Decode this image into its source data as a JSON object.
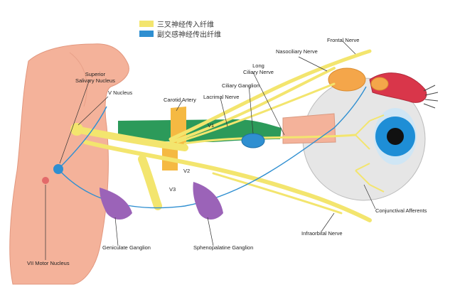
{
  "legend": {
    "items": [
      {
        "label": "三叉神经传入纤维",
        "color": "#f3e56e"
      },
      {
        "label": "副交感神经传出纤维",
        "color": "#2f8fd1"
      }
    ]
  },
  "labels": {
    "superior_salivary_nucleus": "Superior\nSalivary Nucleus",
    "v_nucleus": "V Nucleus",
    "carotid_artery": "Carotid Artery",
    "lacrimal_nerve": "Lacrimal Nerve",
    "ciliary_ganglion": "Ciliary Ganglion",
    "long_ciliary_nerve": "Long\nCiliary Nerve",
    "nasociliary_nerve": "Nasociliary Nerve",
    "frontal_nerve": "Frontal Nerve",
    "v1": "V1",
    "v2": "V2",
    "v3": "V3",
    "conjunctival_afferents": "Conjunctival Afferents",
    "infraorbital_nerve": "Infraorbital Nerve",
    "geniculate_ganglion": "Geniculate Ganglion",
    "sphenopalatine_ganglion": "Sphenopalatine Ganglion",
    "vii_motor_nucleus": "VII Motor Nucleus"
  },
  "colors": {
    "brainstem": "#f4b29a",
    "trigeminal_nerve": "#f3e56e",
    "parasympathetic": "#2f8fd1",
    "muscle": "#2c9a5a",
    "ganglion": "#9b63b8",
    "carotid": "#f5b942",
    "eyeball": "#e6e6e6",
    "iris": "#1e8ed6",
    "lacrimal_gland": "#f4a64a",
    "eyelid": "#d9364a"
  }
}
